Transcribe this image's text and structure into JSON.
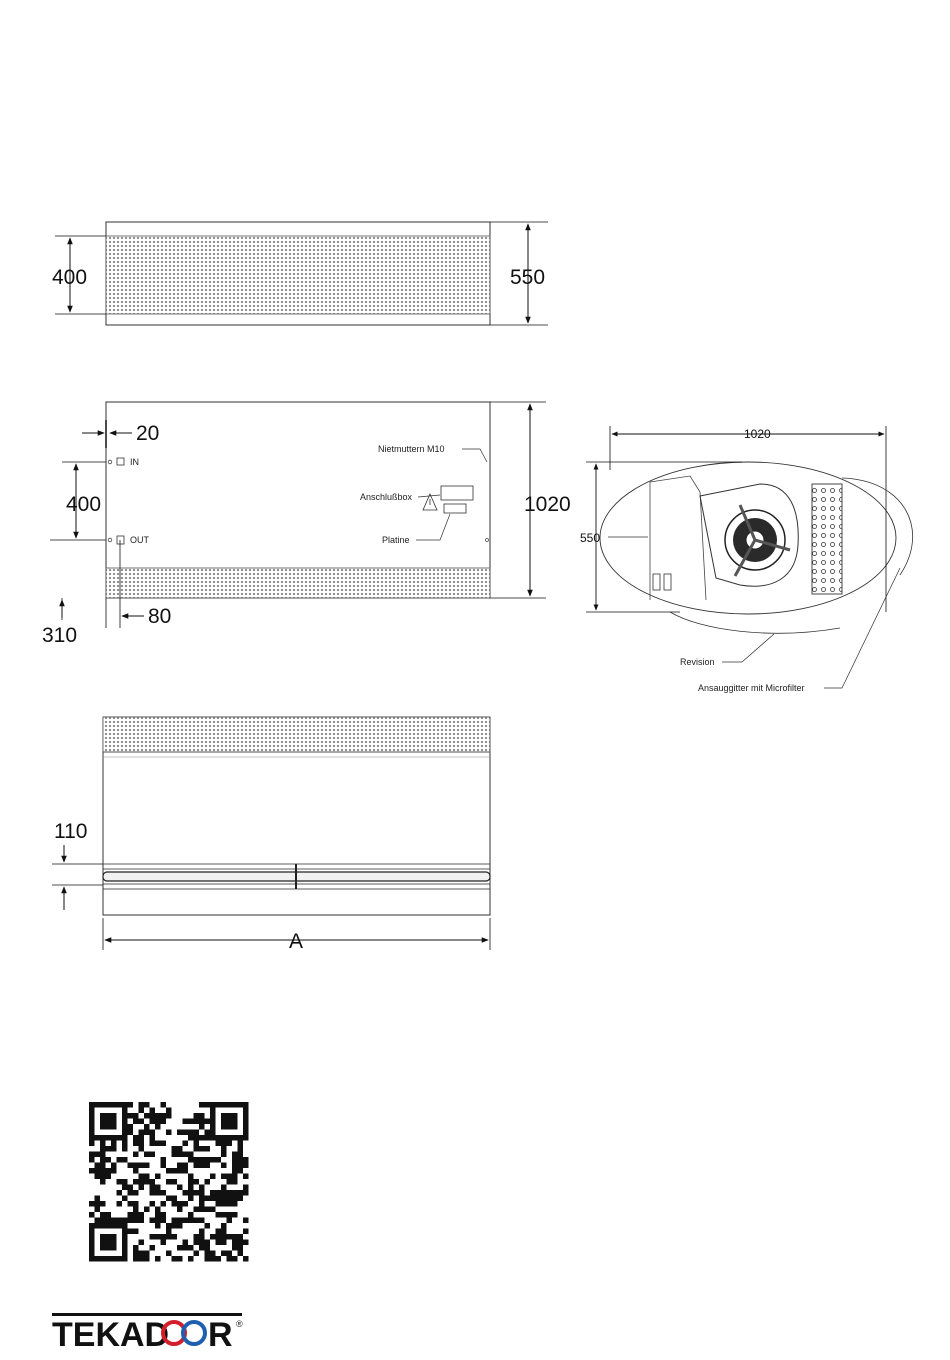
{
  "top_view": {
    "dim_inner_height": "400",
    "dim_outer_height": "550"
  },
  "front_view": {
    "dim_offset_20": "20",
    "dim_port_spacing": "400",
    "dim_height": "1020",
    "dim_bottom_310": "310",
    "dim_offset_80": "80",
    "port_in_label": "IN",
    "port_out_label": "OUT",
    "label_rivet_nuts": "Nietmuttern M10",
    "label_junction_box": "Anschlußbox",
    "label_board": "Platine"
  },
  "side_view": {
    "dim_width": "1020",
    "dim_height": "550",
    "label_revision": "Revision",
    "label_intake_grille": "Ansauggitter mit Microfilter"
  },
  "bottom_view": {
    "dim_rail_offset": "110",
    "dim_length": "A"
  },
  "brand": {
    "logo_text_left": "TEKAD",
    "logo_text_right": "R",
    "registered_mark": "®",
    "logo_color": "#111111",
    "accent_red": "#d21f2b",
    "accent_blue": "#1f5fb0"
  }
}
